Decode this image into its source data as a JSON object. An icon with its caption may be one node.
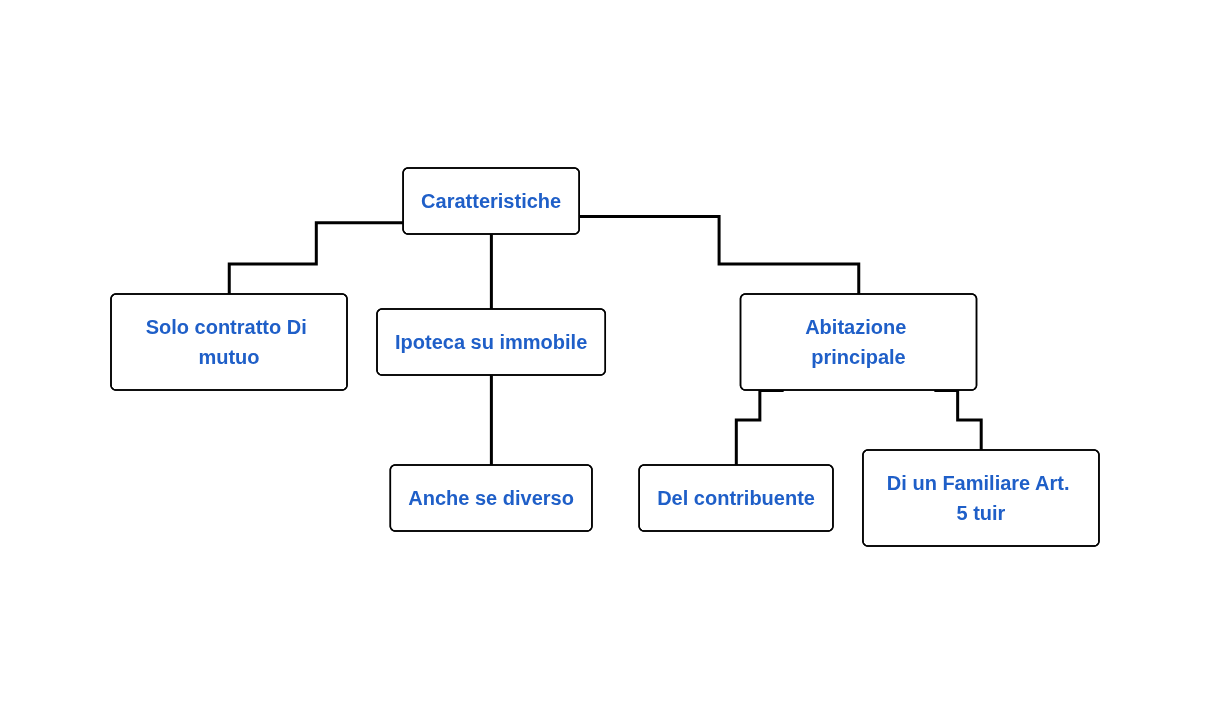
{
  "diagram": {
    "nodes": [
      {
        "text": [
          "Caratteristiche"
        ]
      },
      {
        "text": [
          "Solo contratto Di mutuo"
        ]
      },
      {
        "text": [
          "Ipoteca su immobile"
        ]
      },
      {
        "text": [
          "Abitazione principale"
        ]
      },
      {
        "text": [
          "Anche se diverso"
        ]
      },
      {
        "text": [
          "Del contribuente"
        ]
      },
      {
        "text": [
          "Di un Familiare Art. 5 tuir"
        ]
      }
    ],
    "edges": [
      {
        "from": 0,
        "to": 1,
        "arrow": "none"
      },
      {
        "from": 0,
        "to": 2,
        "arrow": "none"
      },
      {
        "from": 0,
        "to": 3,
        "arrow": "none"
      },
      {
        "from": 2,
        "to": 4,
        "arrow": "none"
      },
      {
        "from": 3,
        "to": 5,
        "arrow": "none"
      },
      {
        "from": 3,
        "to": 6,
        "arrow": "none"
      }
    ]
  }
}
